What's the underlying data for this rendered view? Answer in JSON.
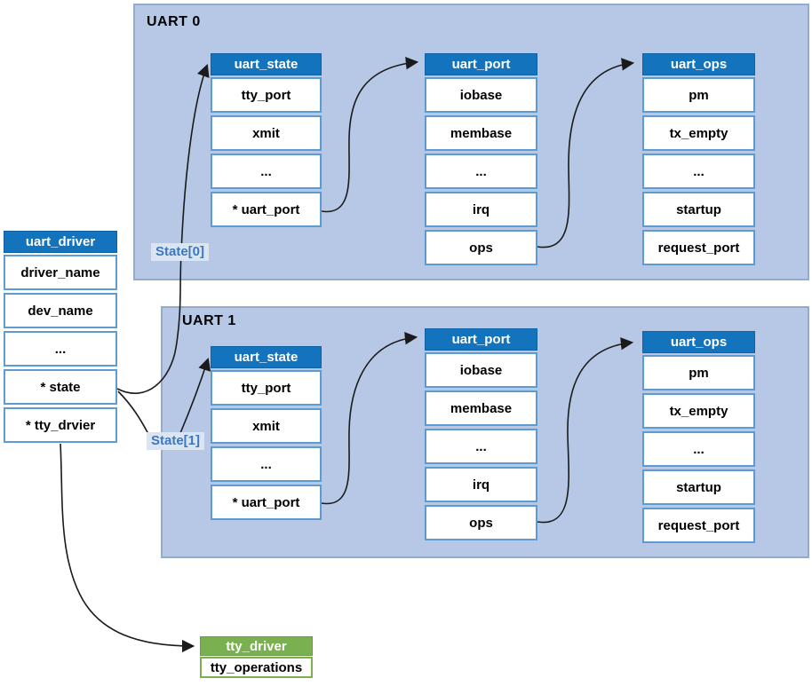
{
  "uart_driver": {
    "title": "uart_driver",
    "rows": [
      "driver_name",
      "dev_name",
      "...",
      "* state",
      "* tty_drvier"
    ]
  },
  "groups": [
    {
      "label": "UART 0"
    },
    {
      "label": "UART 1"
    }
  ],
  "structs": {
    "uart_state": {
      "title": "uart_state",
      "rows": [
        "tty_port",
        "xmit",
        "...",
        "* uart_port"
      ]
    },
    "uart_port": {
      "title": "uart_port",
      "rows": [
        "iobase",
        "membase",
        "...",
        "irq",
        "ops"
      ]
    },
    "uart_ops": {
      "title": "uart_ops",
      "rows": [
        "pm",
        "tx_empty",
        "...",
        "startup",
        "request_port"
      ]
    }
  },
  "labels": {
    "state0": "State[0]",
    "state1": "State[1]"
  },
  "tty_driver": {
    "title": "tty_driver",
    "rows": [
      "tty_operations"
    ]
  },
  "connections": [
    {
      "from": "uart_driver.* state",
      "to": "uart0.uart_state",
      "label": "State[0]"
    },
    {
      "from": "uart_driver.* state",
      "to": "uart1.uart_state",
      "label": "State[1]"
    },
    {
      "from": "uart0.uart_state.* uart_port",
      "to": "uart0.uart_port"
    },
    {
      "from": "uart0.uart_port.ops",
      "to": "uart0.uart_ops"
    },
    {
      "from": "uart1.uart_state.* uart_port",
      "to": "uart1.uart_port"
    },
    {
      "from": "uart1.uart_port.ops",
      "to": "uart1.uart_ops"
    },
    {
      "from": "uart_driver.* tty_drvier",
      "to": "tty_driver"
    }
  ],
  "colors": {
    "struct_header_bg": "#1473bd",
    "struct_header_text": "#ffffff",
    "cell_border": "#5e9bd1",
    "group_box_bg": "#b6c8e6",
    "group_box_border": "#94abce",
    "state_label_bg": "#dbe5f1",
    "state_label_text": "#3c78be",
    "green_header_bg": "#7ab04f",
    "arrow": "#1a1a1a"
  }
}
